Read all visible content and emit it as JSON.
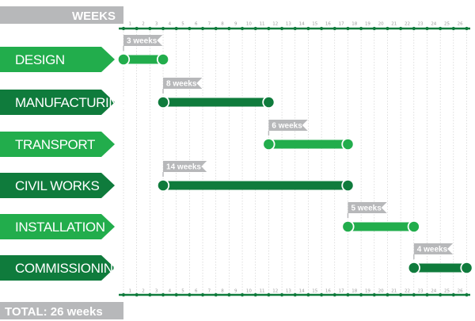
{
  "header": {
    "label": "WEEKS"
  },
  "footer": {
    "label": "TOTAL:  26 weeks"
  },
  "colors": {
    "dark_green": "#0f7b3c",
    "light_green": "#22ad4c",
    "grey": "#b7b8ba",
    "grid": "#c9c9c9",
    "node_outline": "#ffffff"
  },
  "chart_data": {
    "type": "gantt",
    "x_unit": "weeks",
    "x_ticks": [
      1,
      2,
      3,
      4,
      5,
      6,
      7,
      8,
      9,
      10,
      11,
      12,
      13,
      14,
      15,
      16,
      17,
      18,
      19,
      20,
      21,
      22,
      23,
      24,
      25,
      26
    ],
    "xlim": [
      0,
      26
    ],
    "tasks": [
      {
        "name": "DESIGN",
        "start": 0,
        "duration": 3,
        "label": "3 weeks",
        "shade": "light"
      },
      {
        "name": "MANUFACTURING",
        "start": 3,
        "duration": 8,
        "label": "8 weeks",
        "shade": "dark"
      },
      {
        "name": "TRANSPORT",
        "start": 11,
        "duration": 6,
        "label": "6 weeks",
        "shade": "light"
      },
      {
        "name": "CIVIL WORKS",
        "start": 3,
        "duration": 14,
        "label": "14 weeks",
        "shade": "dark"
      },
      {
        "name": "INSTALLATION",
        "start": 17,
        "duration": 5,
        "label": "5 weeks",
        "shade": "light"
      },
      {
        "name": "COMMISSIONING",
        "start": 22,
        "duration": 4,
        "label": "4 weeks",
        "shade": "dark"
      }
    ],
    "total": "26 weeks"
  }
}
